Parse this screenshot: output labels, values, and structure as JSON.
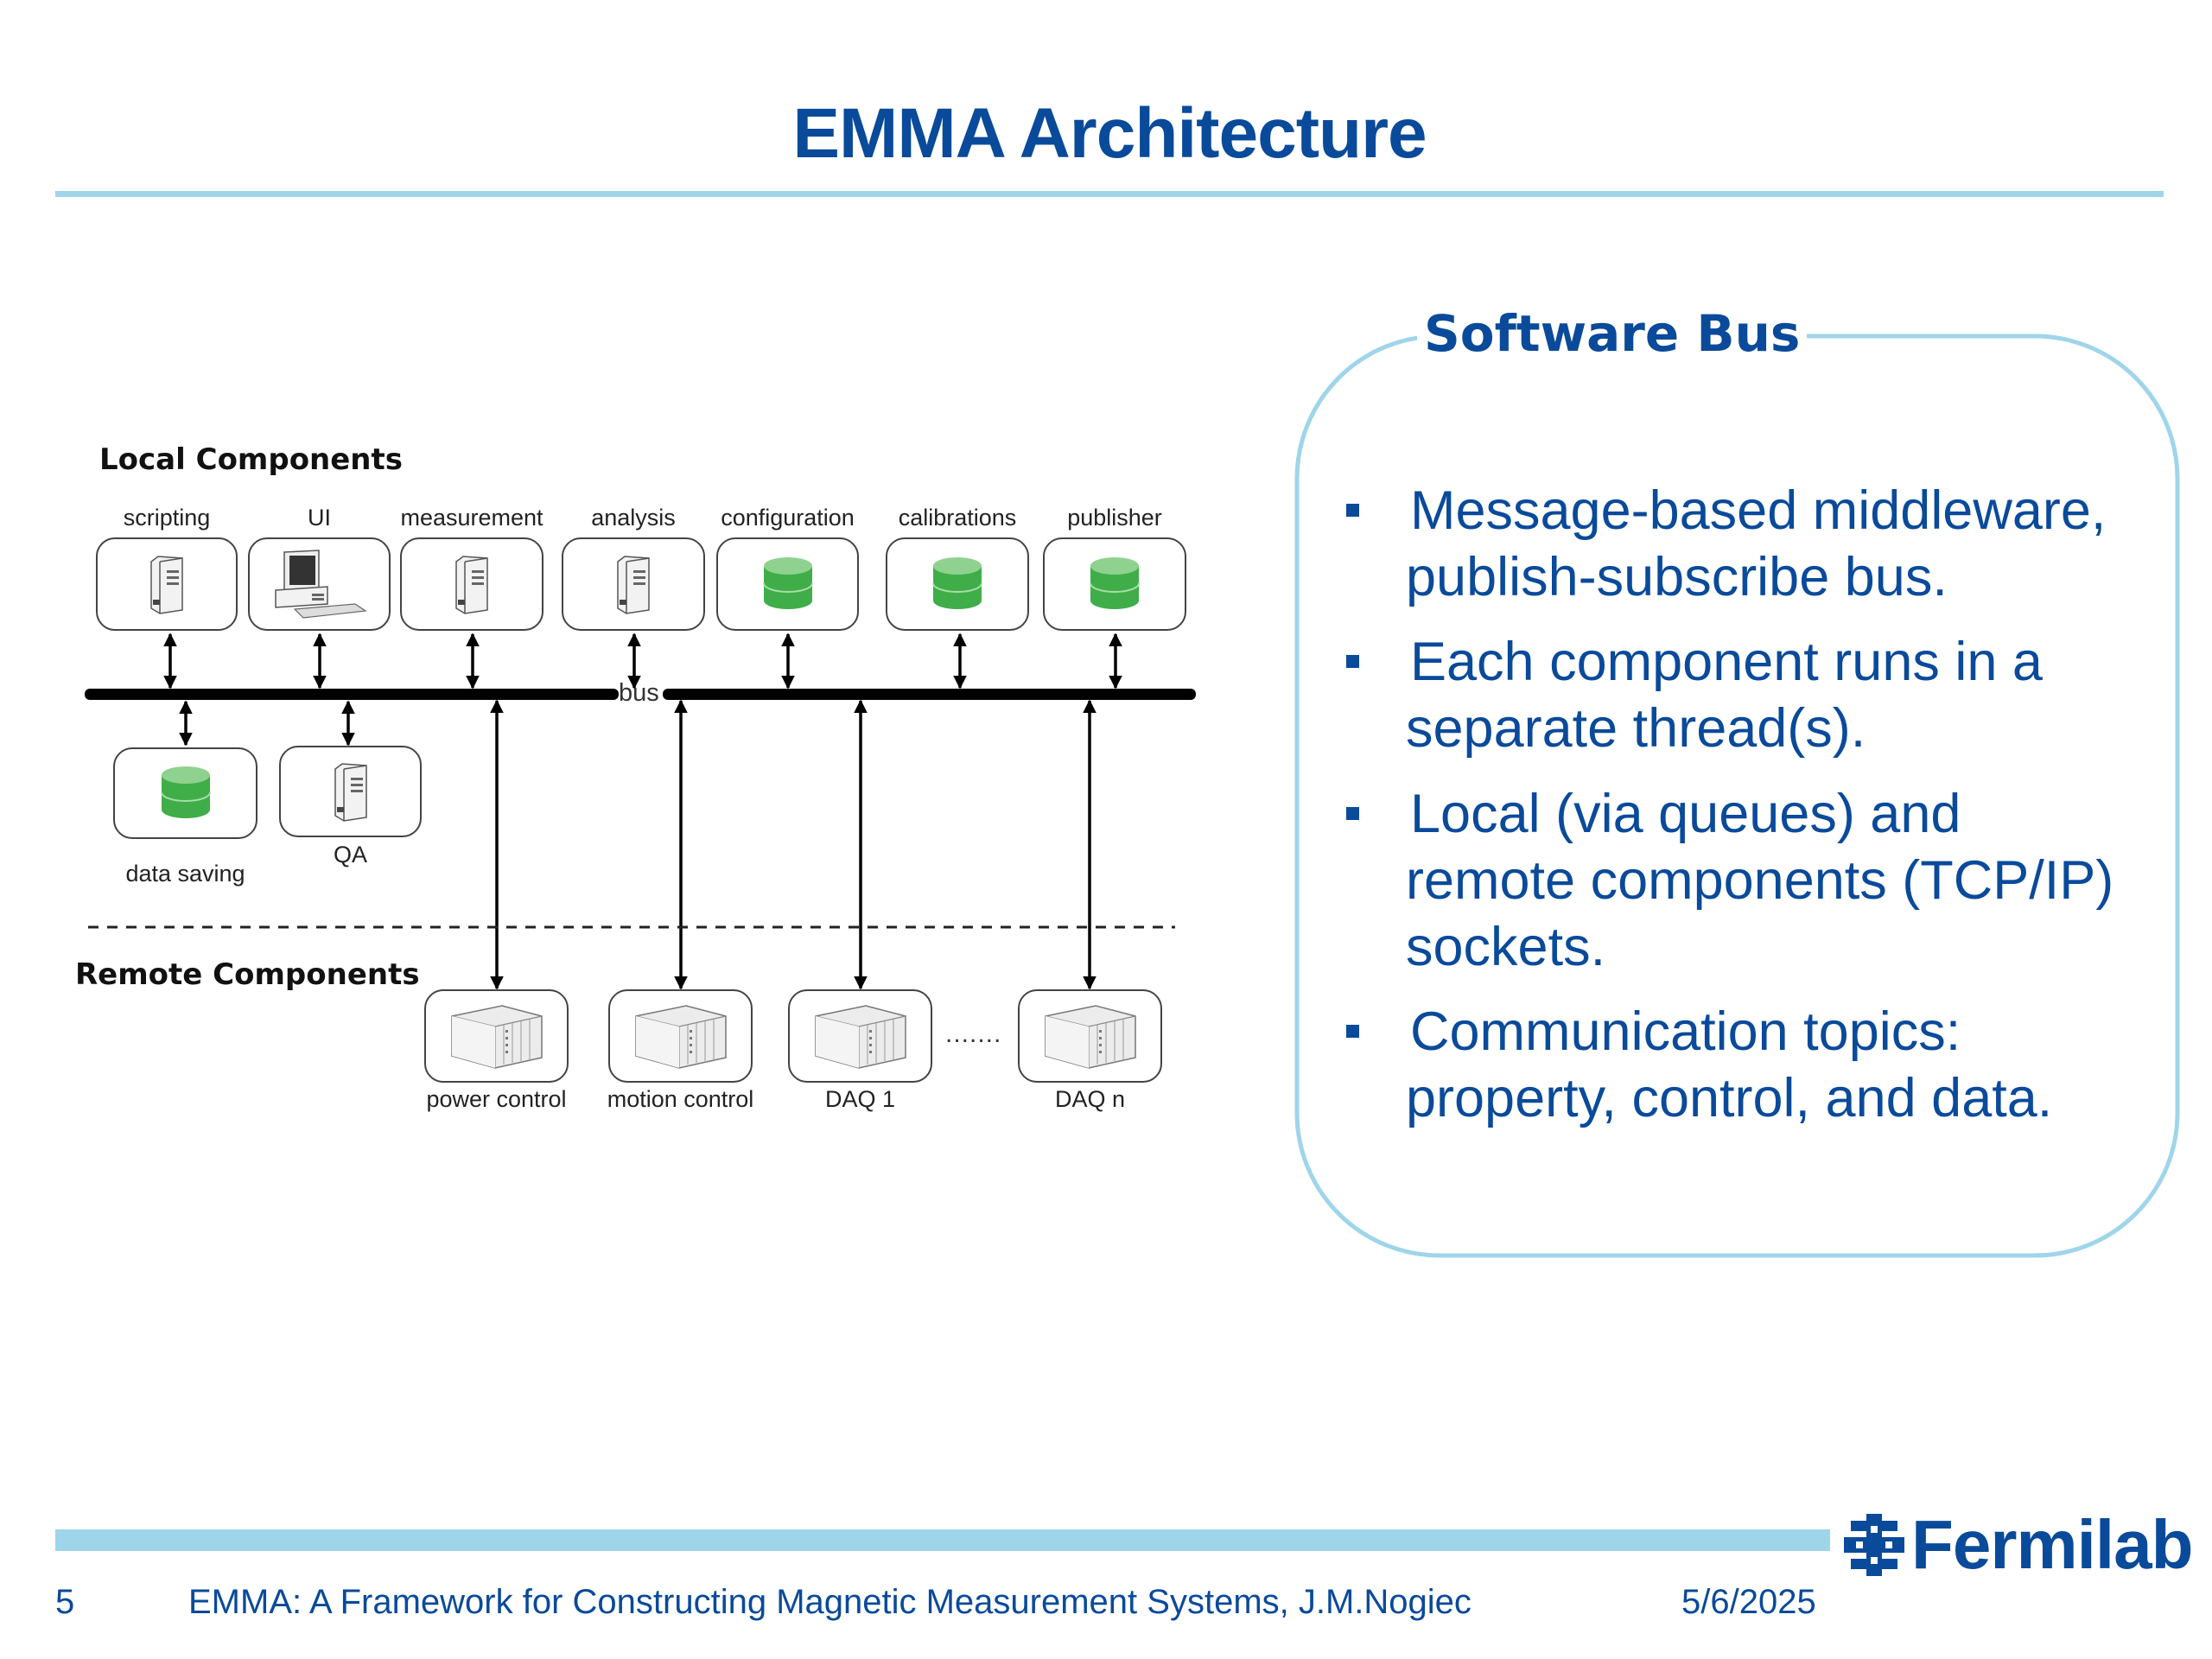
{
  "slide": {
    "title": "EMMA Architecture"
  },
  "diagram": {
    "local_label": "Local Components",
    "remote_label": "Remote Components",
    "bus_label": "bus",
    "ellipsis": ".......",
    "local_top": [
      {
        "label": "scripting",
        "icon": "server-tower-icon"
      },
      {
        "label": "UI",
        "icon": "desktop-computer-icon"
      },
      {
        "label": "measurement",
        "icon": "server-tower-icon"
      },
      {
        "label": "analysis",
        "icon": "server-tower-icon"
      },
      {
        "label": "configuration",
        "icon": "database-icon"
      },
      {
        "label": "calibrations",
        "icon": "database-icon"
      },
      {
        "label": "publisher",
        "icon": "database-icon"
      }
    ],
    "local_bottom": [
      {
        "label": "data saving",
        "icon": "database-icon"
      },
      {
        "label": "QA",
        "icon": "server-tower-icon"
      }
    ],
    "remote": [
      {
        "label": "power control",
        "icon": "rack-chassis-icon"
      },
      {
        "label": "motion control",
        "icon": "rack-chassis-icon"
      },
      {
        "label": "DAQ 1",
        "icon": "rack-chassis-icon"
      },
      {
        "label": "DAQ n",
        "icon": "rack-chassis-icon"
      }
    ],
    "colors": {
      "database_green": "#3fae49",
      "database_top": "#8fd18f"
    }
  },
  "software_bus": {
    "title": "Software Bus",
    "bullets": [
      [
        "Message-based middleware,",
        "publish-subscribe bus."
      ],
      [
        "Each component runs in a",
        "separate thread(s)."
      ],
      [
        "Local (via queues) and",
        "remote components (TCP/IP)",
        "sockets."
      ],
      [
        "Communication topics:",
        "property, control, and data."
      ]
    ]
  },
  "footer": {
    "page_number": "5",
    "presentation_title": "EMMA: A Framework for Constructing Magnetic Measurement Systems, J.M.Nogiec",
    "date": "5/6/2025",
    "logo_text": "Fermilab"
  },
  "theme": {
    "primary_blue": "#0a4a9a",
    "light_blue": "#9fd5ea"
  }
}
